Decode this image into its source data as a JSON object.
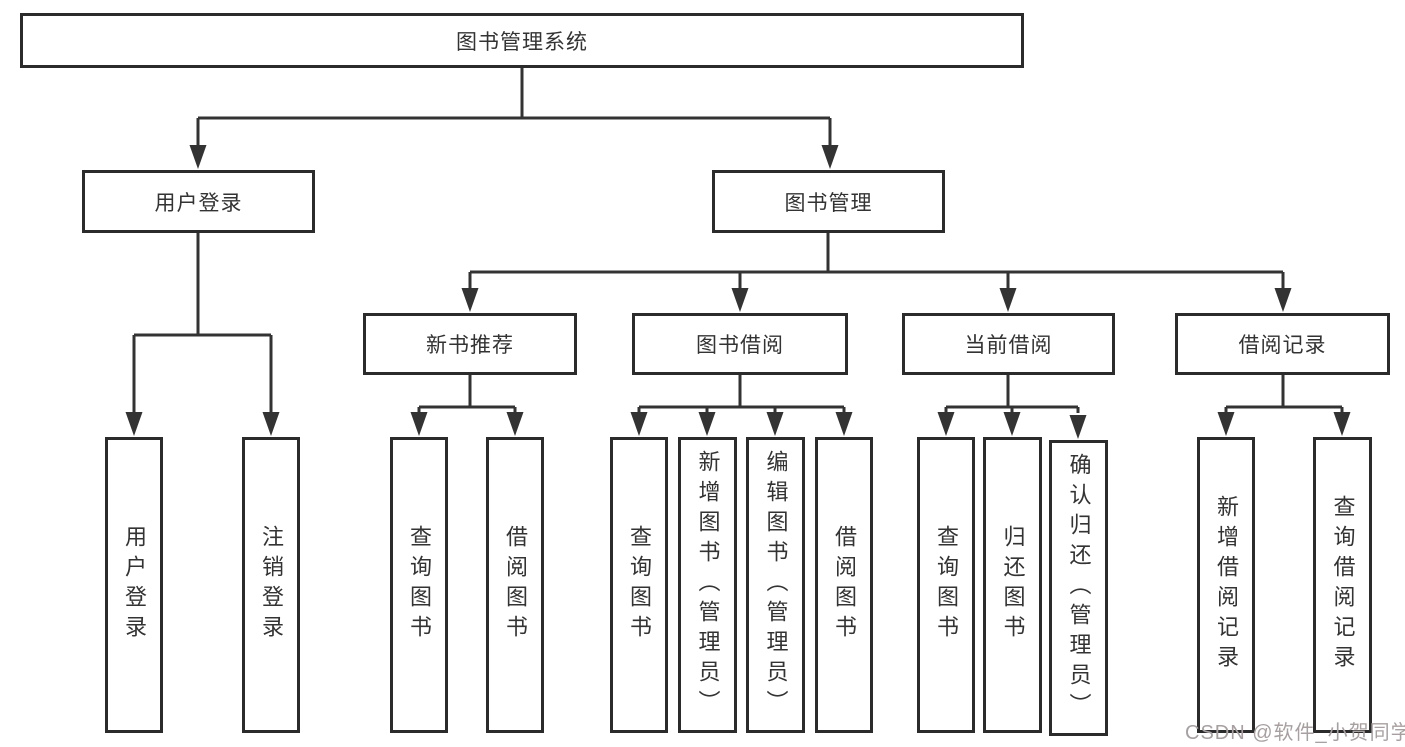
{
  "diagram": {
    "root": {
      "label": "图书管理系统"
    },
    "level2": [
      {
        "label": "用户登录"
      },
      {
        "label": "图书管理"
      }
    ],
    "level3": [
      {
        "label": "新书推荐"
      },
      {
        "label": "图书借阅"
      },
      {
        "label": "当前借阅"
      },
      {
        "label": "借阅记录"
      }
    ],
    "leaves": [
      {
        "label": "用户登录"
      },
      {
        "label": "注销登录"
      },
      {
        "label": "查询图书"
      },
      {
        "label": "借阅图书"
      },
      {
        "label": "查询图书"
      },
      {
        "label": "新增图书（管理员）"
      },
      {
        "label": "编辑图书（管理员）"
      },
      {
        "label": "借阅图书"
      },
      {
        "label": "查询图书"
      },
      {
        "label": "归还图书"
      },
      {
        "label": "确认归还（管理员）"
      },
      {
        "label": "新增借阅记录"
      },
      {
        "label": "查询借阅记录"
      }
    ]
  },
  "watermark": {
    "text": "CSDN @软件_小贺同学"
  },
  "colors": {
    "line": "#333333",
    "border": "#2b2b2b",
    "text": "#333333",
    "watermark": "#a8a0a0"
  }
}
